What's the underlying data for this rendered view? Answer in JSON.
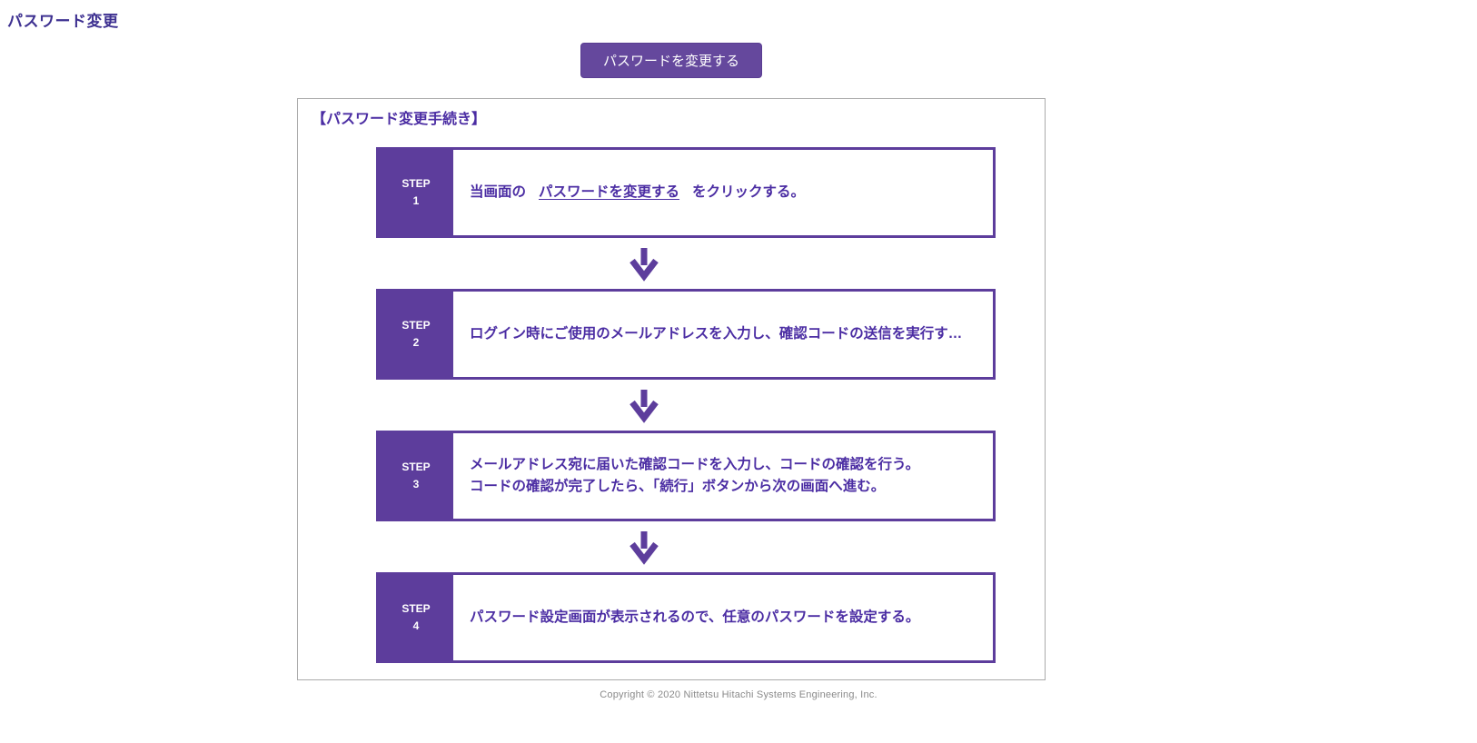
{
  "page": {
    "title": "パスワード変更",
    "copyright": "Copyright © 2020 Nittetsu Hitachi Systems Engineering, Inc."
  },
  "change_button": {
    "label": "パスワードを変更する"
  },
  "procedure": {
    "heading": "【パスワード変更手続き】",
    "steps": [
      {
        "label": "STEP",
        "number": "1",
        "text_before": "当画面の",
        "link_text": "パスワードを変更する",
        "text_after": "をクリックする。"
      },
      {
        "label": "STEP",
        "number": "2",
        "line1": "ログイン時にご使用のメールアドレスを入力し、確認コードの送信を実行す…"
      },
      {
        "label": "STEP",
        "number": "3",
        "line1": "メールアドレス宛に届いた確認コードを入力し、コードの確認を行う。",
        "line2": "コードの確認が完了したら、「続行」ボタンから次の画面へ進む。"
      },
      {
        "label": "STEP",
        "number": "4",
        "line1": "パスワード設定画面が表示されるので、任意のパスワードを設定する。"
      }
    ]
  },
  "colors": {
    "accent_purple": "#5d3d9c",
    "button_purple": "#65489d",
    "title_text": "#3e3191",
    "step_text": "#4b2da3",
    "box_border_gray": "#ababab",
    "copyright_gray": "#8a8a8a"
  }
}
